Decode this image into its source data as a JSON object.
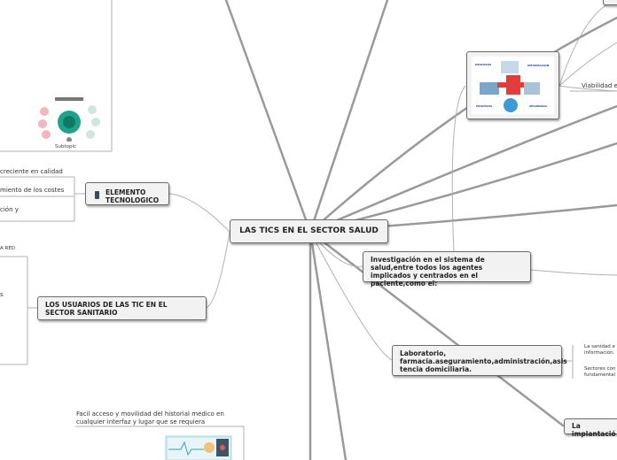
{
  "map": {
    "central": "LAS TICS EN EL SECTOR SALUD",
    "elemento": "ELEMENTO TECNOLOGICO",
    "usuarios": "LOS USUARIOS DE LAS TIC EN EL SECTOR SANITARIO",
    "investigacion": "Investigación en el sistema de salud,entre todos los agentes implicados y centrados en el paciente,como el:",
    "laboratorio": "Laboratorio, farmacia.aseguramiento,administración,asis tencia domiciliaria.",
    "implantacion": "La implantació",
    "subtopic": "Subtopic",
    "leaf_calidad": "creciente en calidad",
    "leaf_costes": "miento de los costes",
    "leaf_ion": "ción y",
    "leaf_red": "A RED",
    "leaf_s": "s",
    "leaf_viabilidad": "Viabilidad e",
    "leaf_sanidad": "La sanidad e información.",
    "leaf_sectores": "Sectores con fundamental",
    "leaf_historial": "Facil acceso y movilidad del historial medico en cualquier interfaz y lugar que se requiera"
  },
  "colors": {
    "link": "#9a9a9a",
    "node_bg": "#f2f2f2",
    "node_border": "#6b6b6b"
  }
}
